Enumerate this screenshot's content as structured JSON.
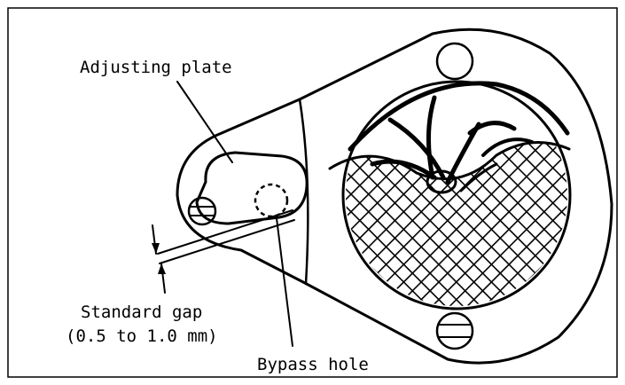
{
  "labels": {
    "adjusting_plate": "Adjusting plate",
    "standard_gap_line1": "Standard gap",
    "standard_gap_line2": "(0.5 to 1.0 mm)",
    "bypass_hole": "Bypass hole"
  }
}
